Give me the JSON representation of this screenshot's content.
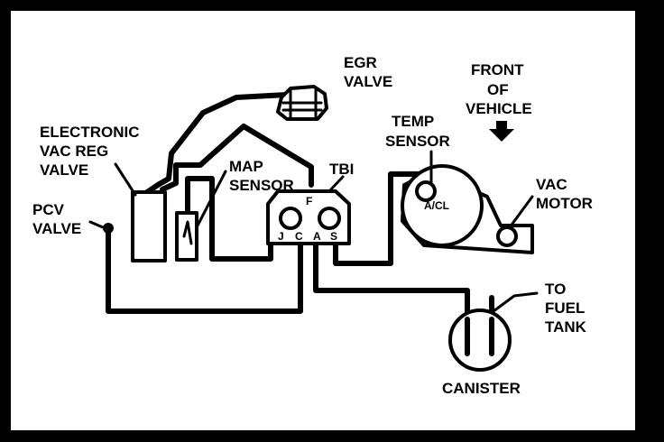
{
  "colors": {
    "frame": "#000000",
    "paper": "#ffffff",
    "ink": "#000000"
  },
  "labels": {
    "egr_valve": [
      "EGR",
      "VALVE"
    ],
    "front_of_vehicle": [
      "FRONT",
      "OF",
      "VEHICLE"
    ],
    "electronic_vac_reg_valve": [
      "ELECTRONIC",
      "VAC REG",
      "VALVE"
    ],
    "temp_sensor": [
      "TEMP",
      "SENSOR"
    ],
    "map_sensor": [
      "MAP",
      "SENSOR"
    ],
    "tbi": "TBI",
    "vac_motor": [
      "VAC",
      "MOTOR"
    ],
    "pcv_valve": [
      "PCV",
      "VALVE"
    ],
    "to_fuel_tank": [
      "TO",
      "FUEL",
      "TANK"
    ],
    "canister": "CANISTER",
    "air_cleaner": "A/CL",
    "tbi_ports": {
      "f": "F",
      "j": "J",
      "c": "C",
      "a": "A",
      "s": "S"
    }
  },
  "icons": {
    "front_arrow": "down-arrow-icon"
  }
}
